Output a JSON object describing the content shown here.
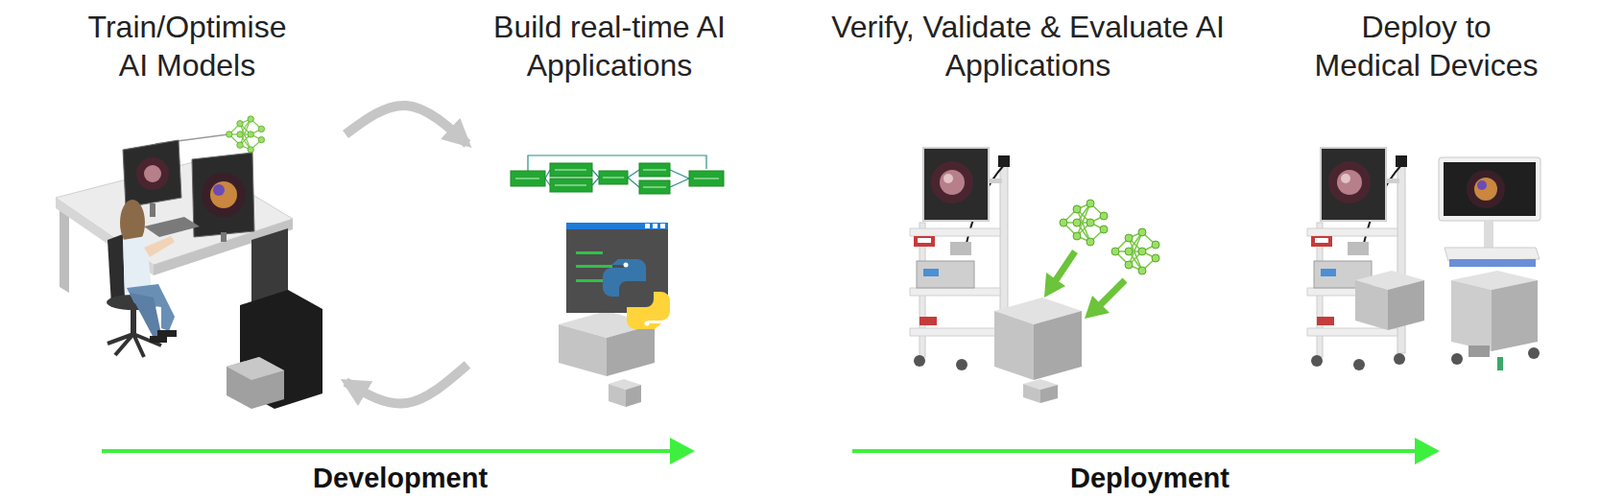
{
  "diagram": {
    "nodes": [
      {
        "text": [
          "Train/Optimise AI Models"
        ]
      },
      {
        "text": [
          "Build real-time AI Applications"
        ]
      },
      {
        "text": [
          "Verify, Validate & Evaluate AI Applications"
        ]
      },
      {
        "text": [
          "Deploy to Medical Devices"
        ]
      }
    ],
    "edges": [
      {
        "from": 0,
        "to": 1,
        "arrow": "to"
      },
      {
        "from": 1,
        "to": 0,
        "arrow": "to"
      }
    ],
    "labels": [
      "Development",
      "Deployment"
    ]
  }
}
